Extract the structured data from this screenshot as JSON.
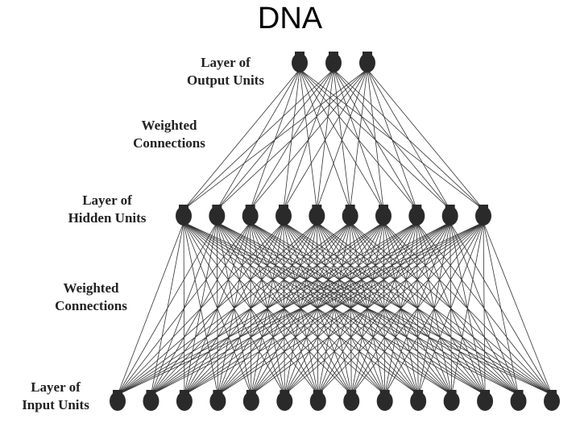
{
  "title": "DNA",
  "labels": {
    "output": [
      "Layer of",
      "Output Units"
    ],
    "weights_upper": [
      "Weighted",
      "Connections"
    ],
    "hidden": [
      "Layer of",
      "Hidden Units"
    ],
    "weights_lower": [
      "Weighted",
      "Connections"
    ],
    "input": [
      "Layer of",
      "Input Units"
    ]
  },
  "network": {
    "output_units": 3,
    "hidden_units": 10,
    "input_units": 14,
    "connectivity": "fully connected between adjacent layers",
    "node_color": "#2a2a2a",
    "edge_color": "#333333"
  }
}
